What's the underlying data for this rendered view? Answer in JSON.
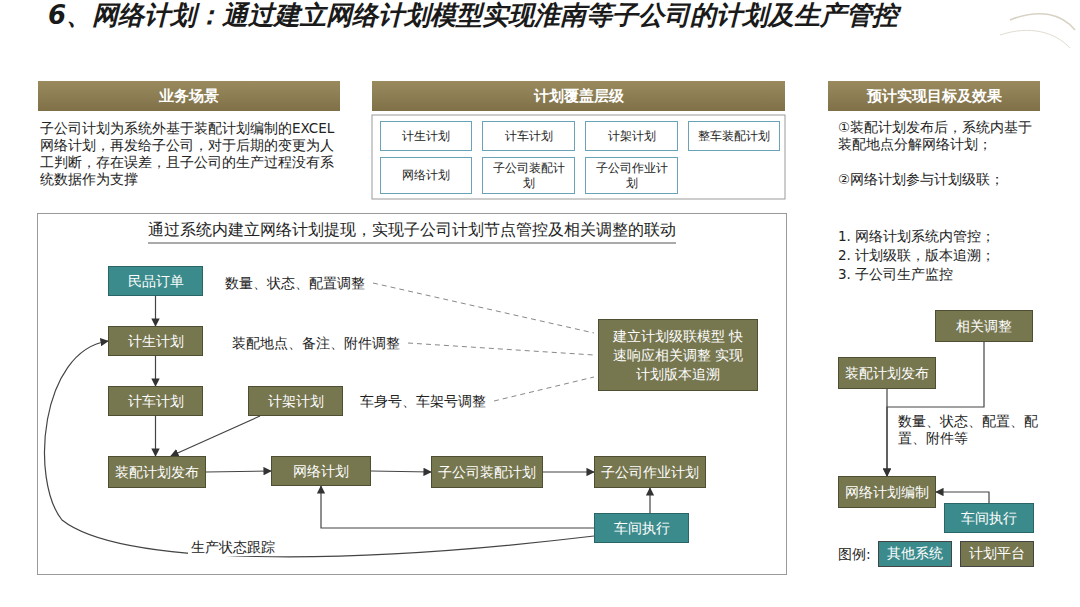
{
  "diagram": {
    "title": "6、网络计划：通过建立网络计划模型实现淮南等子公司的计划及生产管控",
    "nodes": [
      {
        "text": [
          "业务场景"
        ]
      },
      {
        "text": [
          "计划覆盖层级"
        ]
      },
      {
        "text": [
          "计生计划"
        ]
      },
      {
        "text": [
          "计车计划"
        ]
      },
      {
        "text": [
          "计架计划"
        ]
      },
      {
        "text": [
          "整车装配计划"
        ]
      },
      {
        "text": [
          "网络计划"
        ]
      },
      {
        "text": [
          "子公司装配计划"
        ]
      },
      {
        "text": [
          "子公司作业计划"
        ]
      },
      {
        "text": [
          "预计实现目标及效果"
        ]
      },
      {
        "text": [
          "通过系统内建立网络计划提现，实现子公司计划节点管控及相关调整的联动"
        ]
      },
      {
        "text": [
          "民品订单"
        ],
        "in": 10
      },
      {
        "text": [
          "计生计划"
        ],
        "in": 10
      },
      {
        "text": [
          "计车计划"
        ],
        "in": 10
      },
      {
        "text": [
          "计架计划"
        ],
        "in": 10
      },
      {
        "text": [
          "装配计划发布"
        ],
        "in": 10
      },
      {
        "text": [
          "网络计划"
        ],
        "in": 10
      },
      {
        "text": [
          "子公司装配计划"
        ],
        "in": 10
      },
      {
        "text": [
          "子公司作业计划"
        ],
        "in": 10
      },
      {
        "text": [
          "车间执行"
        ],
        "in": 10
      },
      {
        "text": [
          "建立计划级联模型 快速响应相关调整 实现计划版本追溯"
        ],
        "in": 10
      },
      {
        "text": [
          "相关调整"
        ]
      },
      {
        "text": [
          "装配计划发布"
        ]
      },
      {
        "text": [
          "网络计划编制"
        ]
      },
      {
        "text": [
          "车间执行"
        ]
      }
    ],
    "edges": [
      {
        "from": 11,
        "to": 12,
        "arrow": "to"
      },
      {
        "from": 12,
        "to": 13,
        "arrow": "to"
      },
      {
        "from": 13,
        "to": 15,
        "arrow": "to"
      },
      {
        "from": 14,
        "to": 15,
        "arrow": "to"
      },
      {
        "from": 15,
        "to": 16,
        "arrow": "to"
      },
      {
        "from": 16,
        "to": 17,
        "arrow": "to"
      },
      {
        "from": 17,
        "to": 18,
        "arrow": "to"
      },
      {
        "from": 19,
        "to": 18,
        "arrow": "to"
      },
      {
        "from": 19,
        "to": 16,
        "arrow": "to"
      },
      {
        "from": 19,
        "to": 12,
        "label": "生产状态跟踪",
        "arrow": "to"
      },
      {
        "from": 22,
        "to": 23,
        "arrow": "to"
      },
      {
        "from": 21,
        "to": 23,
        "arrow": "to"
      },
      {
        "from": 24,
        "to": 23,
        "arrow": "to"
      }
    ],
    "labels": [
      "子公司计划为系统外基于装配计划编制的EXCEL网络计划，再发给子公司，对于后期的变更为人工判断，存在误差，且子公司的生产过程没有系统数据作为支撑",
      "①装配计划发布后，系统内基于装配地点分解网络计划；",
      "②网络计划参与计划级联；",
      "1.  网络计划系统内管控；",
      "2.  计划级联，版本追溯；",
      "3.  子公司生产监控",
      "数量、状态、配置调整",
      "装配地点、备注、附件调整",
      "车身号、车架号调整",
      "数量、状态、配置、配置、附件等",
      "图例:"
    ],
    "legend": [
      {
        "text": "其他系统",
        "color": "#3c8b8c"
      },
      {
        "text": "计划平台",
        "color": "#76764f"
      }
    ]
  }
}
